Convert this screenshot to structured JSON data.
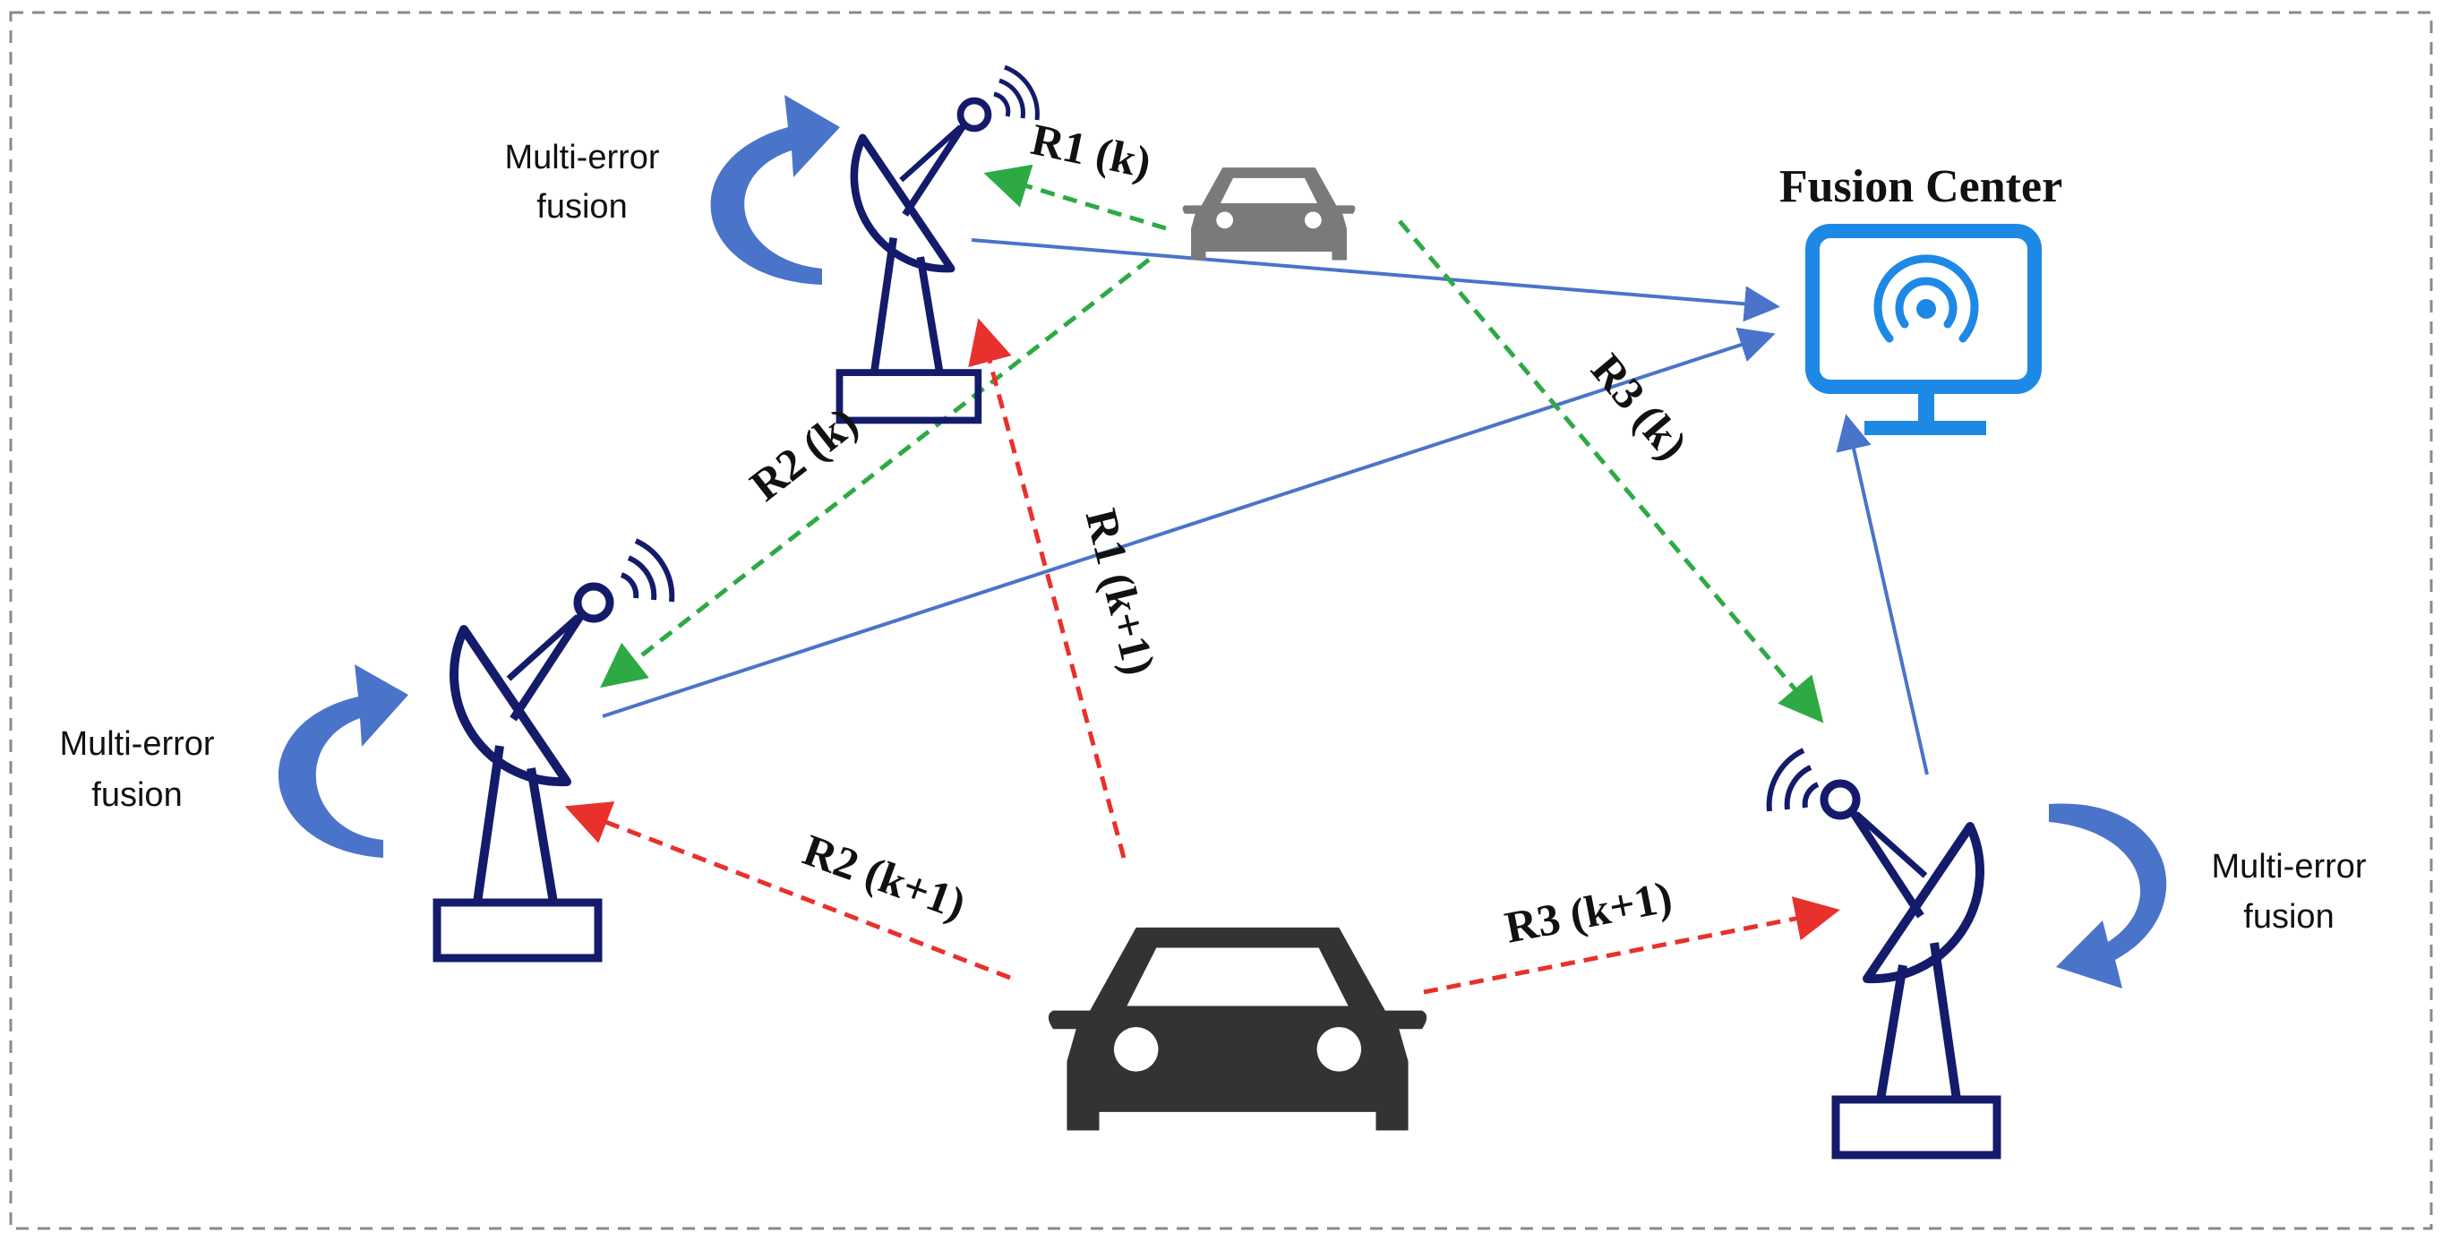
{
  "diagram": {
    "fusion_center_title": "Fusion Center",
    "fusion_label": {
      "top": [
        "Multi-error",
        "fusion"
      ],
      "left": [
        "Multi-error",
        "fusion"
      ],
      "right": [
        "Multi-error",
        "fusion"
      ]
    },
    "links": {
      "r1_k": "R1 (k)",
      "r2_k": "R2 (k)",
      "r3_k": "R3 (k)",
      "r1_k1": "R1 (k+1)",
      "r2_k1": "R2 (k+1)",
      "r3_k1": "R3 (k+1)"
    },
    "colors": {
      "green_link": "#2eaa45",
      "red_link": "#e8312c",
      "blue_link": "#4a74c9",
      "radar_outline": "#141b6b",
      "fusion_arrow": "#4a74c9",
      "monitor": "#1e88e5",
      "car_current": "#7a7a7a",
      "car_next": "#333333"
    }
  }
}
